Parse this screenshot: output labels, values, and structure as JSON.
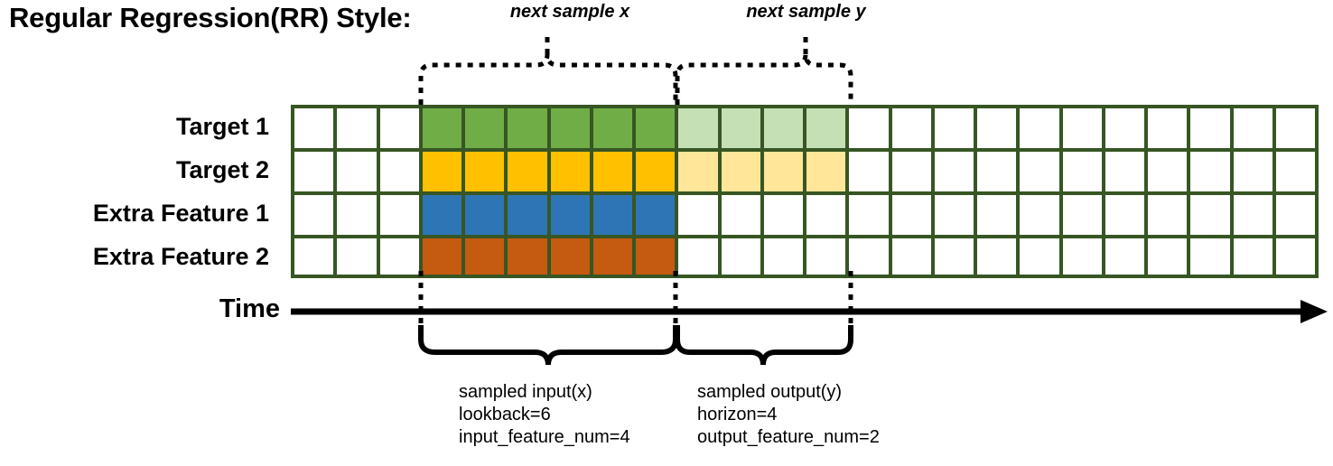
{
  "title": "Regular Regression(RR) Style:",
  "annotations": {
    "next_sample_x": "next sample x",
    "next_sample_y": "next sample y"
  },
  "rows": [
    {
      "label": "Target 1",
      "fill_dark": "#70AD47",
      "fill_light": "#C5E0B4",
      "has_output": true
    },
    {
      "label": "Target 2",
      "fill_dark": "#FFC000",
      "fill_light": "#FFE699",
      "has_output": true
    },
    {
      "label": "Extra Feature 1",
      "fill_dark": "#2E75B6",
      "fill_light": "",
      "has_output": false
    },
    {
      "label": "Extra Feature 2",
      "fill_dark": "#C55A11",
      "fill_light": "",
      "has_output": false
    }
  ],
  "grid": {
    "columns": 24,
    "lead_blank_cols": 3,
    "input_cols": 6,
    "output_cols": 4,
    "trail_blank_cols": 11,
    "border_color": "#375623",
    "empty_color": "#FFFFFF"
  },
  "time_axis": {
    "label": "Time",
    "arrow": "right-arrow-icon"
  },
  "captions": {
    "input": {
      "line1": "sampled input(x)",
      "line2": "lookback=6",
      "line3": "input_feature_num=4"
    },
    "output": {
      "line1": "sampled output(y)",
      "line2": "horizon=4",
      "line3": "output_feature_num=2"
    }
  },
  "chart_data": {
    "type": "table",
    "title": "Regular Regression(RR) Style:",
    "description": "Time-series sampling window diagram: 4 feature rows x 24 time steps",
    "row_names": [
      "Target 1",
      "Target 2",
      "Extra Feature 1",
      "Extra Feature 2"
    ],
    "total_timesteps": 24,
    "input_window": {
      "start_index": 3,
      "length": 6,
      "rows": [
        "Target 1",
        "Target 2",
        "Extra Feature 1",
        "Extra Feature 2"
      ],
      "lookback": 6,
      "input_feature_num": 4
    },
    "output_window": {
      "start_index": 9,
      "length": 4,
      "rows": [
        "Target 1",
        "Target 2"
      ],
      "horizon": 4,
      "output_feature_num": 2
    },
    "colors": {
      "target1_input": "#70AD47",
      "target1_output": "#C5E0B4",
      "target2_input": "#FFC000",
      "target2_output": "#FFE699",
      "extra1_input": "#2E75B6",
      "extra2_input": "#C55A11",
      "grid_border": "#375623"
    }
  }
}
